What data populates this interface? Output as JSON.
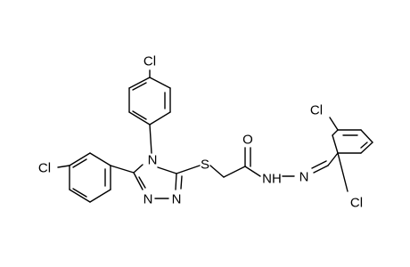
{
  "molecule": {
    "atoms": {
      "cl_top": "Cl",
      "cl_left": "Cl",
      "cl_right_top": "Cl",
      "cl_right_bottom": "Cl",
      "n4": "N",
      "n1": "N",
      "n2": "N",
      "s": "S",
      "o": "O",
      "nh": "NH",
      "n_imine": "N"
    }
  }
}
